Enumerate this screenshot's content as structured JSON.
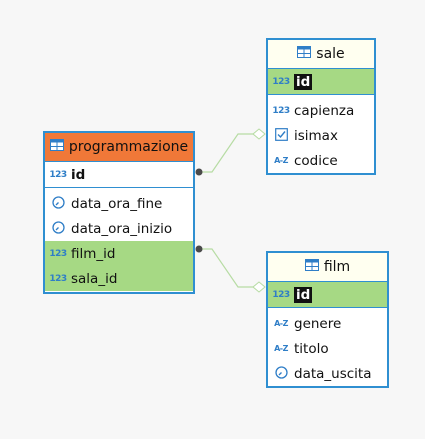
{
  "colors": {
    "border": "#2f8fd1",
    "main_header": "#f07838",
    "highlight": "#a6d984",
    "link": "#b7dca4",
    "connector_dot": "#4a4a4a"
  },
  "entities": {
    "programmazione": {
      "title": "programmazione",
      "pk": {
        "icon": "number-type-icon",
        "label": "id"
      },
      "columns": [
        {
          "icon": "datetime-icon",
          "label": "data_ora_fine"
        },
        {
          "icon": "datetime-icon",
          "label": "data_ora_inizio"
        },
        {
          "icon": "number-type-icon",
          "label": "film_id"
        },
        {
          "icon": "number-type-icon",
          "label": "sala_id"
        }
      ]
    },
    "sale": {
      "title": "sale",
      "pk": {
        "icon": "number-type-icon",
        "label": "id"
      },
      "columns": [
        {
          "icon": "number-type-icon",
          "label": "capienza"
        },
        {
          "icon": "checkbox-icon",
          "label": "isimax"
        },
        {
          "icon": "text-type-icon",
          "label": "codice"
        }
      ]
    },
    "film": {
      "title": "film",
      "pk": {
        "icon": "number-type-icon",
        "label": "id"
      },
      "columns": [
        {
          "icon": "text-type-icon",
          "label": "genere"
        },
        {
          "icon": "text-type-icon",
          "label": "titolo"
        },
        {
          "icon": "datetime-icon",
          "label": "data_uscita"
        }
      ]
    }
  },
  "icon_glyphs": {
    "number": "123",
    "text": "A-Z"
  }
}
